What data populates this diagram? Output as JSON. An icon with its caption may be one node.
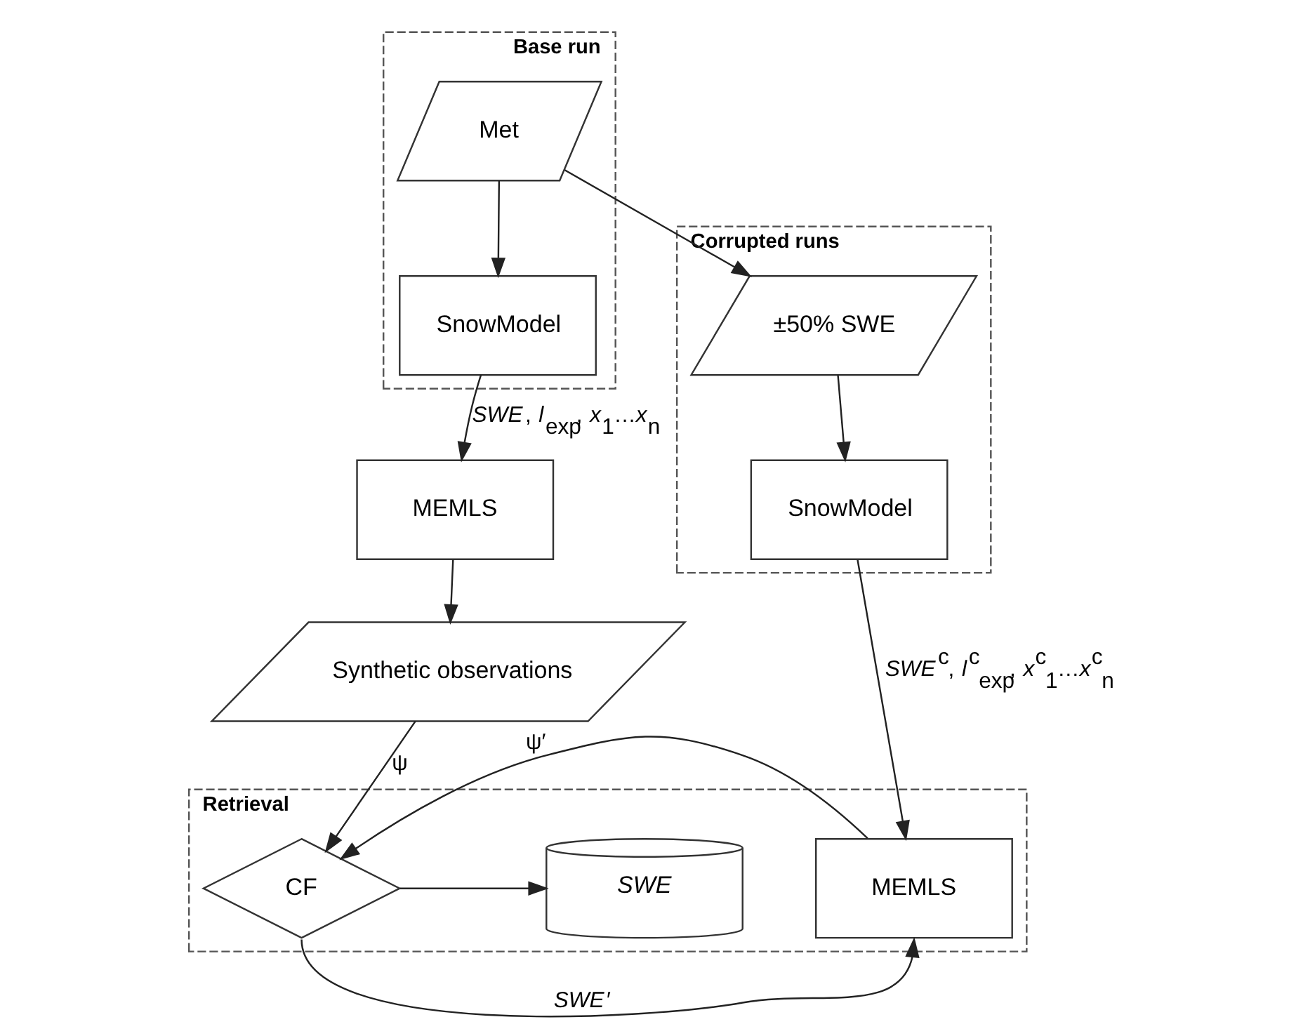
{
  "diagram": {
    "nodes": [
      {
        "text": [
          "Base run"
        ]
      },
      {
        "text": [
          "Met"
        ],
        "in": 0
      },
      {
        "text": [
          "SnowModel"
        ],
        "in": 0
      },
      {
        "text": [
          "Corrupted runs"
        ]
      },
      {
        "text": [
          "±50% SWE"
        ],
        "in": 3
      },
      {
        "text": [
          "SnowModel"
        ],
        "in": 3
      },
      {
        "text": [
          "MEMLS"
        ]
      },
      {
        "text": [
          "Synthetic observations"
        ]
      },
      {
        "text": [
          "Retrieval"
        ]
      },
      {
        "text": [
          "MEMLS"
        ],
        "in": 8
      },
      {
        "text": [
          "CF"
        ],
        "in": 8
      },
      {
        "text": [
          "*SWE*"
        ],
        "in": 8
      }
    ],
    "edges": [
      {
        "from": 1,
        "to": 4,
        "arrow": "to"
      },
      {
        "from": 1,
        "to": 2,
        "arrow": "to"
      },
      {
        "from": 4,
        "to": 5,
        "arrow": "to"
      },
      {
        "from": 2,
        "to": 6,
        "arrow": "to",
        "label": "*SWE*, *l*$_{exp}$, *x*$_{1}$…*x*$_{n}$"
      },
      {
        "from": 6,
        "to": 7,
        "arrow": "to"
      },
      {
        "from": 5,
        "to": 9,
        "arrow": "to",
        "label": "*SWE*$^{c}$, *l*$^{c}$$_{exp}$, *x*$^{c}$$_{1}$…*x*$^{c}$$_{n}$"
      },
      {
        "from": 7,
        "to": 10,
        "arrow": "to",
        "label": "ψ"
      },
      {
        "from": 9,
        "to": 10,
        "arrow": "to",
        "label": "ψ′"
      },
      {
        "from": 10,
        "to": 9,
        "arrow": "to",
        "label": "*SWE*′"
      },
      {
        "from": 10,
        "to": 11,
        "arrow": "to"
      }
    ]
  }
}
